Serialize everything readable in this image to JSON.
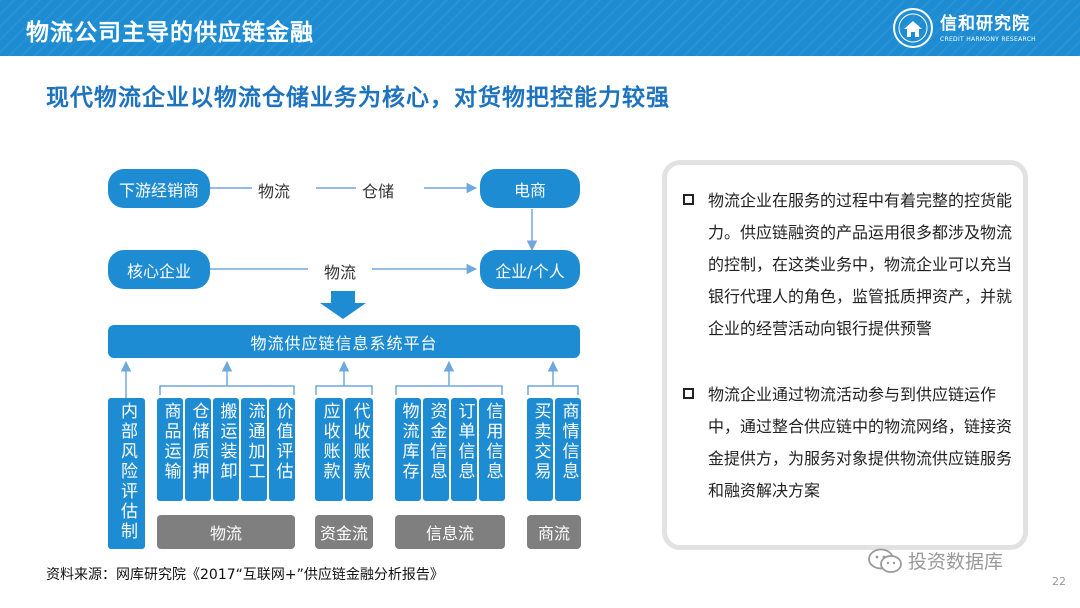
{
  "header": {
    "title": "物流公司主导的供应链金融",
    "logo_cn": "信和研究院",
    "logo_en": "CREDIT HARMONY RESEARCH"
  },
  "subtitle": "现代物流企业以物流仓储业务为核心，对货物把控能力较强",
  "diagram": {
    "nodes": {
      "downstream": "下游经销商",
      "ecommerce": "电商",
      "core": "核心企业",
      "enterprise": "企业/个人"
    },
    "flow_top_1": "物流",
    "flow_top_2": "仓储",
    "flow_mid": "物流",
    "platform": "物流供应链信息系统平台",
    "internal_risk": "内部风险评估制",
    "groups": [
      {
        "label": "物流",
        "items": [
          "商品运输",
          "仓储质押",
          "搬运装卸",
          "流通加工",
          "价值评估"
        ]
      },
      {
        "label": "资金流",
        "items": [
          "应收账款",
          "代收账款"
        ]
      },
      {
        "label": "信息流",
        "items": [
          "物流库存",
          "资金信息",
          "订单信息",
          "信用信息"
        ]
      },
      {
        "label": "商流",
        "items": [
          "买卖交易",
          "商情信息"
        ]
      }
    ]
  },
  "source": "资料来源：网库研究院《2017“互联网+”供应链金融分析报告》",
  "bullets": [
    "物流企业在服务的过程中有着完整的控货能力。供应链融资的产品运用很多都涉及物流的控制，在这类业务中，物流企业可以充当银行代理人的角色，监管抵质押资产，并就企业的经营活动向银行提供预警",
    "物流企业通过物流活动参与到供应链运作中，通过整合供应链中的物流网络，链接资金提供方，为服务对象提供物流供应链服务和融资解决方案"
  ],
  "watermark": "投资数据库",
  "page_number": "22",
  "colors": {
    "header_bg": "#1e8cd3",
    "accent_blue": "#1e8cd3",
    "subtitle_blue": "#1e73be",
    "category_gray": "#7f7f7f"
  }
}
